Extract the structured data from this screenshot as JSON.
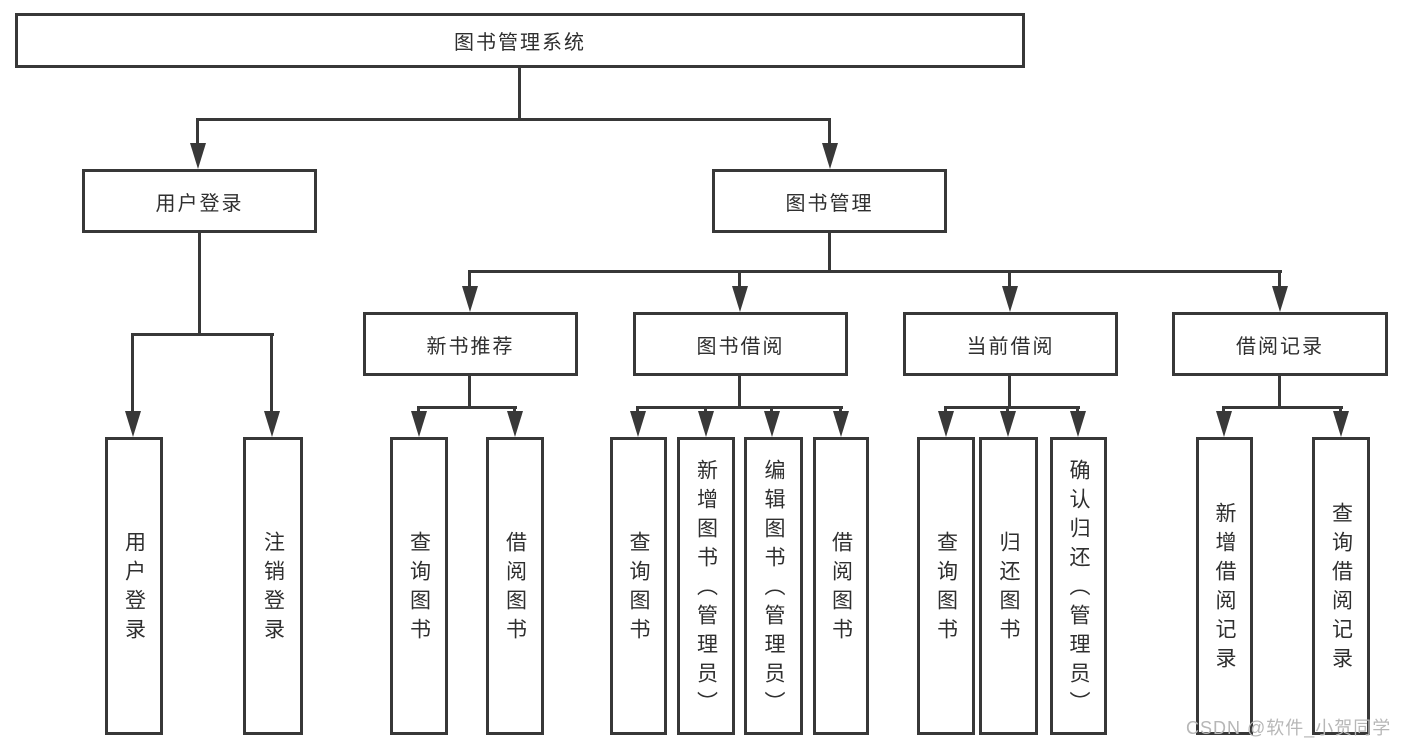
{
  "tree": {
    "root": "图书管理系统",
    "level2": [
      {
        "label": "用户登录",
        "children": [
          "用户登录",
          "注销登录"
        ]
      },
      {
        "label": "图书管理"
      }
    ],
    "level3": [
      {
        "label": "新书推荐",
        "children": [
          "查询图书",
          "借阅图书"
        ]
      },
      {
        "label": "图书借阅",
        "children": [
          "查询图书",
          "新增图书（管理员）",
          "编辑图书（管理员）",
          "借阅图书"
        ]
      },
      {
        "label": "当前借阅",
        "children": [
          "查询图书",
          "归还图书",
          "确认归还（管理员）"
        ]
      },
      {
        "label": "借阅记录",
        "children": [
          "新增借阅记录",
          "查询借阅记录"
        ]
      }
    ]
  },
  "watermark": {
    "text": "CSDN @软件_小贺同学",
    "color": "#b7b7b7"
  },
  "colors": {
    "line": "#383838",
    "text": "#2f2f2f",
    "background": "#ffffff"
  }
}
